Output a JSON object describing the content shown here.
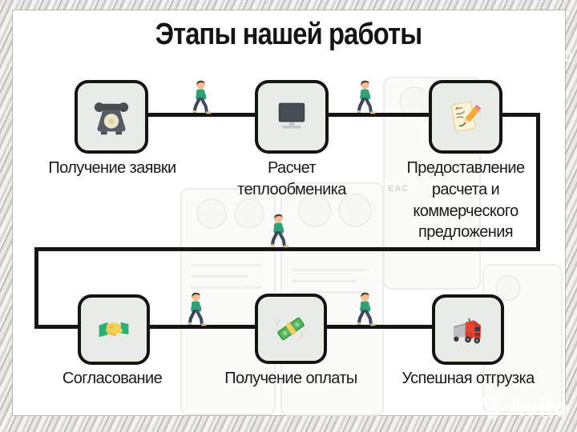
{
  "title": "Этапы нашей работы",
  "steps": [
    {
      "label": "Получение заявки",
      "icon": "rotary-phone-icon"
    },
    {
      "label": "Расчет теплообменика",
      "icon": "computer-monitor-icon"
    },
    {
      "label": "Предоставление расчета и коммерческого предложения",
      "icon": "document-pencil-icon"
    },
    {
      "label": "Согласование",
      "icon": "handshake-icon"
    },
    {
      "label": "Получение оплаты",
      "icon": "money-banknotes-icon"
    },
    {
      "label": "Успешная отгрузка",
      "icon": "delivery-truck-icon"
    }
  ],
  "watermarks": {
    "top_right": "Avito",
    "bottom_right": "Avito"
  },
  "background": {
    "faint_certification_text": "ЕАС"
  },
  "colors": {
    "box_fill": "#e9ebe6",
    "box_border": "#141414",
    "connector": "#141414",
    "walker_shirt": "#2fa174",
    "title_text": "#151515",
    "truck_red": "#e2453a",
    "money_green": "#57b65c",
    "hand_yellow": "#f6cf57",
    "sleeve_green": "#2daf74"
  }
}
